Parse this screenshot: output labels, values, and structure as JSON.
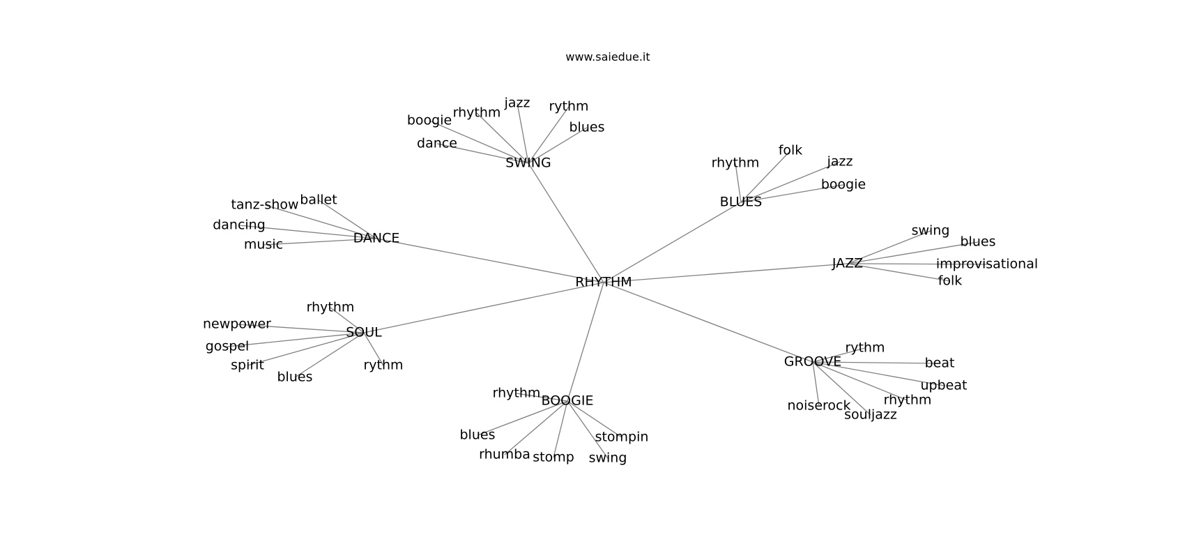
{
  "watermark": "www.saiedue.it",
  "graph": {
    "root": "RHYTHM",
    "hubs": [
      {
        "label": "SWING",
        "leaves": [
          "boogie",
          "rhythm",
          "jazz",
          "rythm",
          "blues",
          "dance"
        ]
      },
      {
        "label": "BLUES",
        "leaves": [
          "rhythm",
          "folk",
          "jazz",
          "boogie"
        ]
      },
      {
        "label": "DANCE",
        "leaves": [
          "tanz-show",
          "ballet",
          "dancing",
          "music"
        ]
      },
      {
        "label": "JAZZ",
        "leaves": [
          "swing",
          "blues",
          "improvisational",
          "folk"
        ]
      },
      {
        "label": "SOUL",
        "leaves": [
          "rhythm",
          "newpower",
          "gospel",
          "spirit",
          "blues",
          "rythm"
        ]
      },
      {
        "label": "GROOVE",
        "leaves": [
          "rythm",
          "beat",
          "upbeat",
          "rhythm",
          "noiserock",
          "souljazz"
        ]
      },
      {
        "label": "BOOGIE",
        "leaves": [
          "rhythm",
          "blues",
          "rhumba",
          "stomp",
          "swing",
          "stompin"
        ]
      }
    ],
    "colors": {
      "edge": "#808080",
      "text": "#000000",
      "background": "#ffffff"
    }
  }
}
